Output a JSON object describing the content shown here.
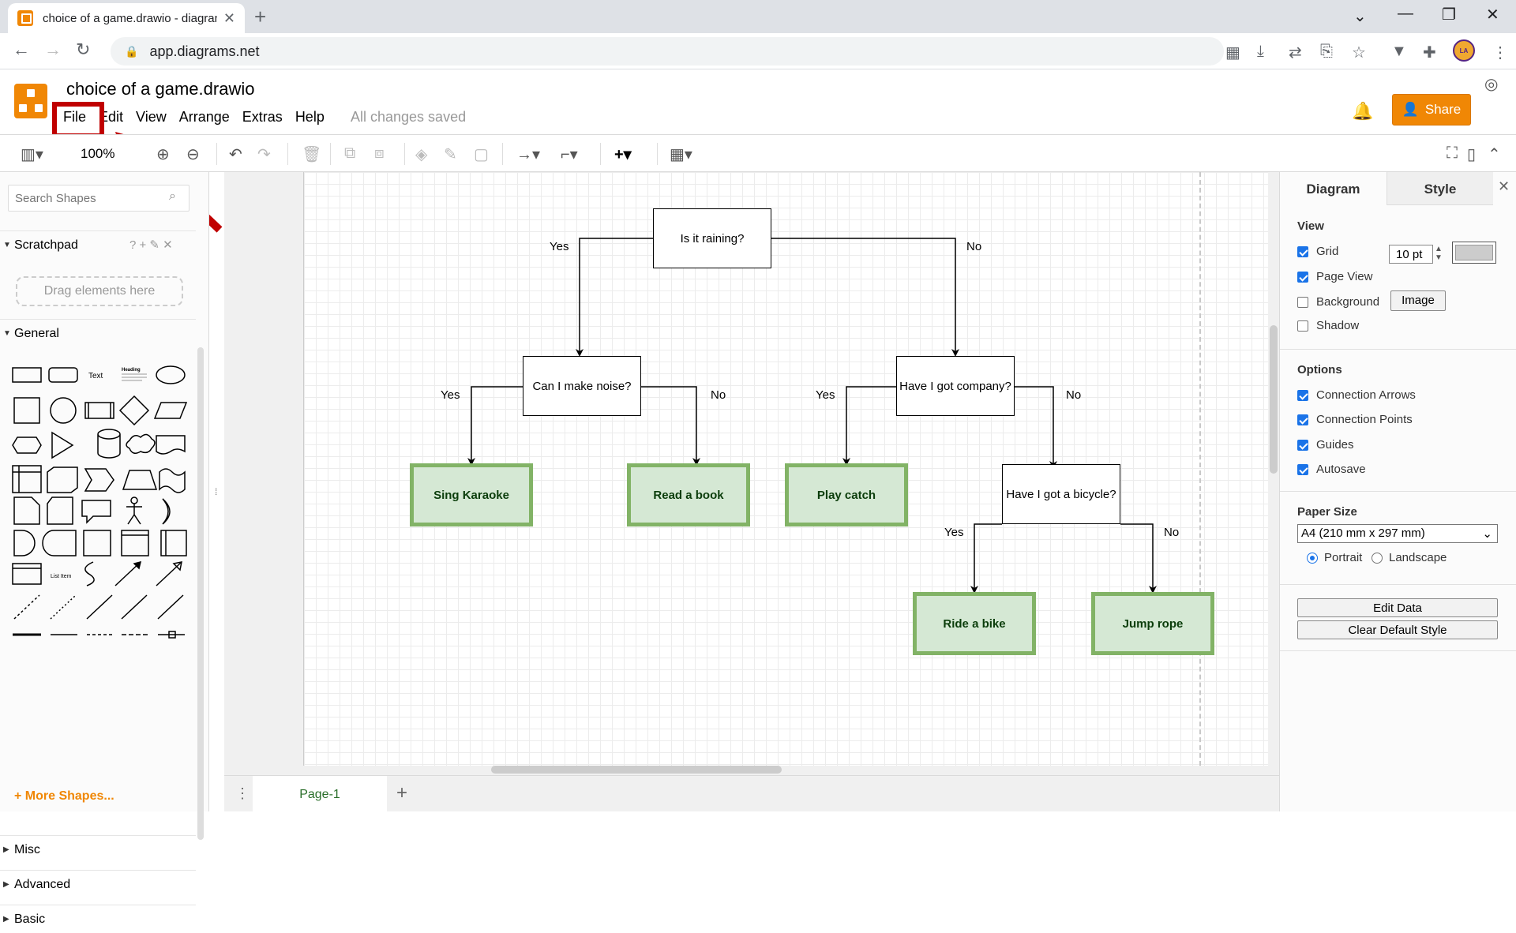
{
  "browser": {
    "tab_title": "choice of a game.drawio - diagrams.net",
    "url": "app.diagrams.net"
  },
  "app": {
    "doc_title": "choice of a game.drawio",
    "menu": [
      "File",
      "Edit",
      "View",
      "Arrange",
      "Extras",
      "Help"
    ],
    "save_status": "All changes saved",
    "share_label": "Share",
    "zoom": "100%"
  },
  "left_panel": {
    "search_placeholder": "Search Shapes",
    "scratchpad_label": "Scratchpad",
    "drag_hint": "Drag elements here",
    "general_label": "General",
    "sections": [
      "Misc",
      "Advanced",
      "Basic"
    ],
    "more_shapes": "+ More Shapes...",
    "shape_text_label": "Text",
    "shape_heading_label": "Heading",
    "shape_list_label": "List Item"
  },
  "diagram": {
    "nodes": {
      "root": "Is it raining?",
      "noise": "Can I make noise?",
      "company": "Have I got company?",
      "bicycle": "Have I got a bicycle?"
    },
    "leaves": {
      "karaoke": "Sing Karaoke",
      "book": "Read a book",
      "catch": "Play catch",
      "bike": "Ride a bike",
      "rope": "Jump rope"
    },
    "edges": {
      "root_yes": "Yes",
      "root_no": "No",
      "noise_yes": "Yes",
      "noise_no": "No",
      "company_yes": "Yes",
      "company_no": "No",
      "bicycle_yes": "Yes",
      "bicycle_no": "No"
    },
    "leaf_fill": "#d5e8d4",
    "leaf_stroke": "#82b366"
  },
  "page_tabs": {
    "current": "Page-1"
  },
  "right_panel": {
    "tabs": [
      "Diagram",
      "Style"
    ],
    "view_label": "View",
    "grid_label": "Grid",
    "grid_size": "10 pt",
    "page_view_label": "Page View",
    "background_label": "Background",
    "image_button": "Image",
    "shadow_label": "Shadow",
    "options_label": "Options",
    "options": [
      "Connection Arrows",
      "Connection Points",
      "Guides",
      "Autosave"
    ],
    "paper_size_label": "Paper Size",
    "paper_size": "A4 (210 mm x 297 mm)",
    "portrait_label": "Portrait",
    "landscape_label": "Landscape",
    "edit_data_button": "Edit Data",
    "clear_style_button": "Clear Default Style"
  },
  "colors": {
    "accent": "#f08705",
    "annotation": "#c00000"
  }
}
